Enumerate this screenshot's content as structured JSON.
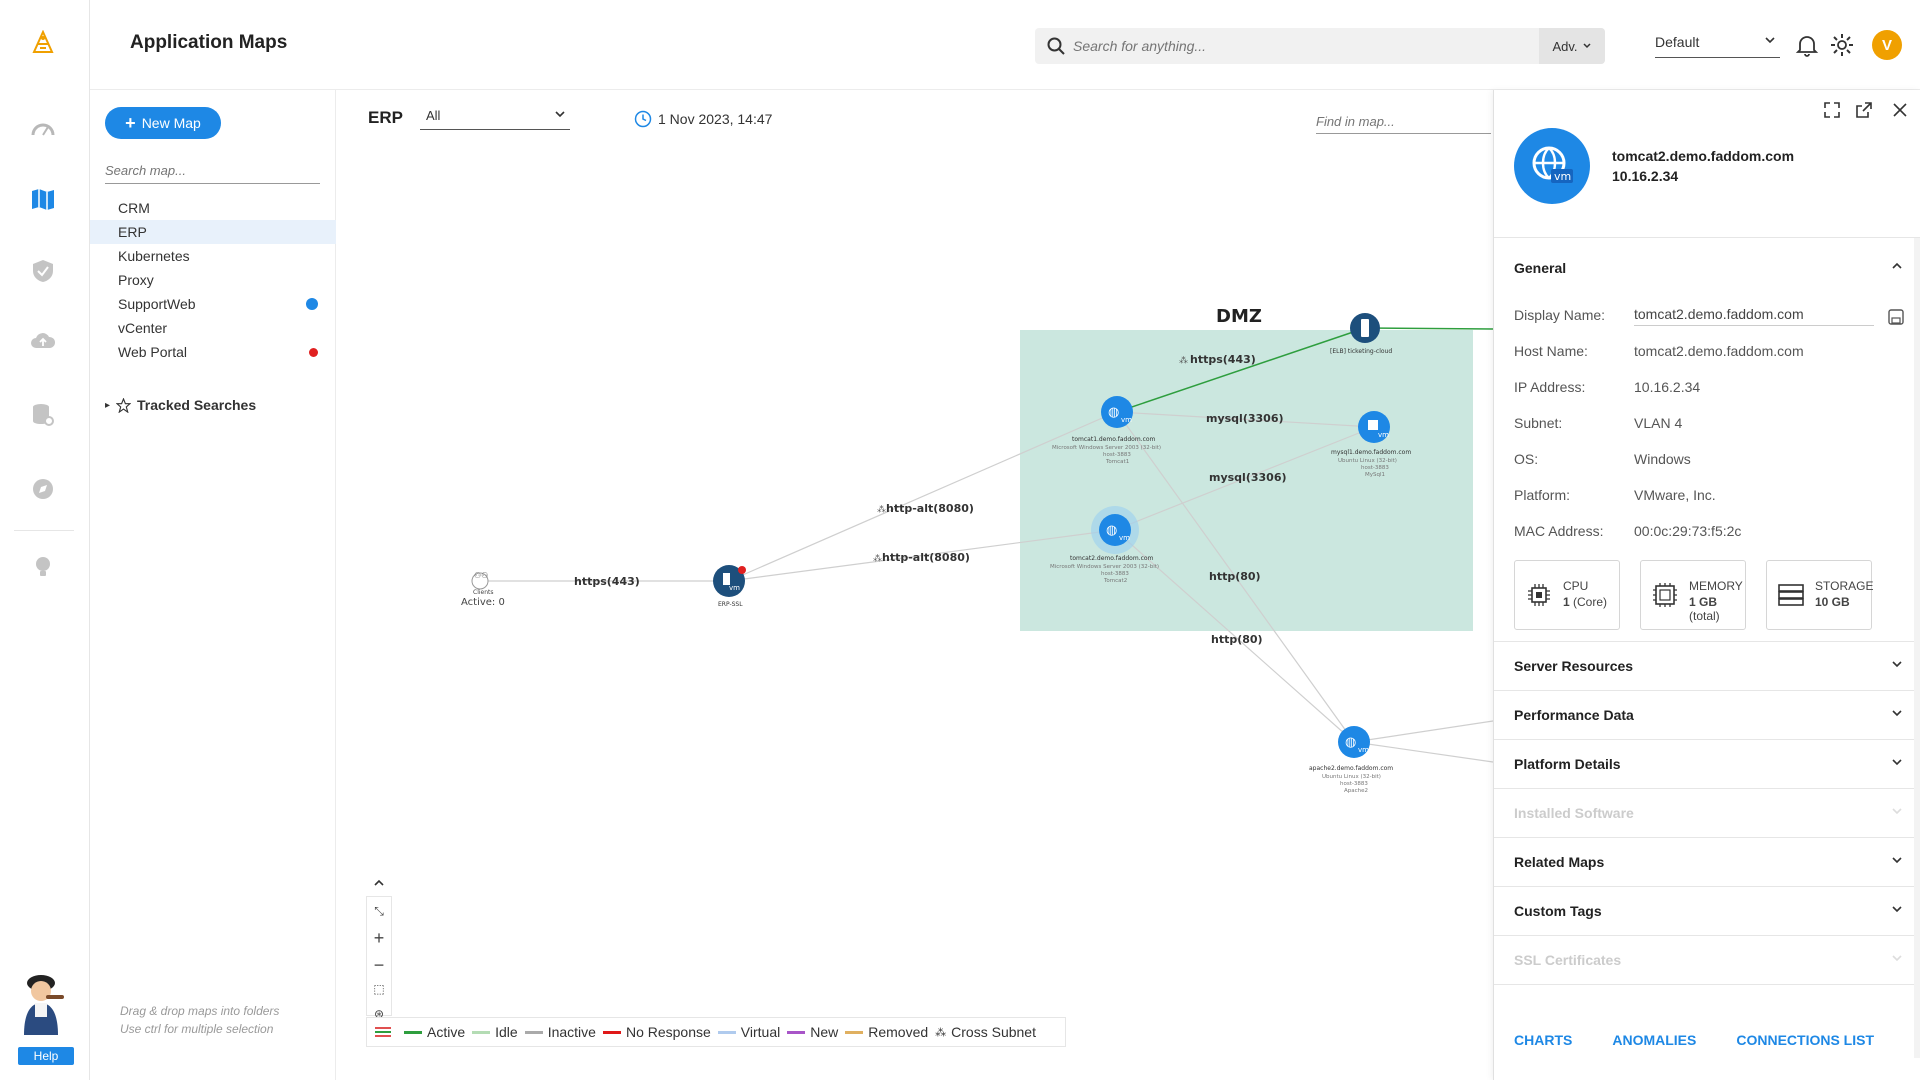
{
  "header": {
    "title": "Application Maps",
    "search_placeholder": "Search for anything...",
    "adv_label": "Adv.",
    "profile_value": "Default",
    "avatar_initial": "V"
  },
  "rail": {
    "items": [
      "logo-icon",
      "dashboard-icon",
      "maps-icon",
      "security-icon",
      "cloud-icon",
      "database-icon",
      "explore-icon",
      "insights-icon"
    ],
    "help_label": "Help"
  },
  "maplist": {
    "new_map_label": "New Map",
    "search_placeholder": "Search map...",
    "items": [
      {
        "label": "CRM",
        "selected": false,
        "badge": ""
      },
      {
        "label": "ERP",
        "selected": true,
        "badge": ""
      },
      {
        "label": "Kubernetes",
        "selected": false,
        "badge": ""
      },
      {
        "label": "Proxy",
        "selected": false,
        "badge": ""
      },
      {
        "label": "SupportWeb",
        "selected": false,
        "badge": "sync"
      },
      {
        "label": "vCenter",
        "selected": false,
        "badge": ""
      },
      {
        "label": "Web Portal",
        "selected": false,
        "badge": "alert"
      }
    ],
    "tracked_label": "Tracked Searches",
    "hint_line1": "Drag & drop maps into folders",
    "hint_line2": "Use ctrl for multiple selection"
  },
  "canvas": {
    "map_name": "ERP",
    "filter_value": "All",
    "timestamp": "1 Nov 2023, 14:47",
    "find_placeholder": "Find in map...",
    "zone_label": "DMZ",
    "clients_label": "Clients",
    "clients_active": "Active: 0",
    "edges": {
      "https_443_a": "https(443)",
      "https_443_b": "https(443)",
      "http_alt_1": "http-alt(8080)",
      "http_alt_2": "http-alt(8080)",
      "mysql_1": "mysql(3306)",
      "mysql_2": "mysql(3306)",
      "http_80_1": "http(80)",
      "http_80_2": "http(80)"
    },
    "nodes": {
      "elb": {
        "name": "[ELB] ticketing-cloud"
      },
      "erp_ssl": {
        "name": "ERP-SSL"
      },
      "tomcat1": {
        "name": "tomcat1.demo.faddom.com",
        "os": "Microsoft Windows Server 2003 (32-bit)",
        "host": "host-3883",
        "app": "Tomcat1"
      },
      "tomcat2": {
        "name": "tomcat2.demo.faddom.com",
        "os": "Microsoft Windows Server 2003 (32-bit)",
        "host": "host-3883",
        "app": "Tomcat2"
      },
      "mysql1": {
        "name": "mysql1.demo.faddom.com",
        "os": "Ubuntu Linux (32-bit)",
        "host": "host-3883",
        "app": "MySql1"
      },
      "apache2": {
        "name": "apache2.demo.faddom.com",
        "os": "Ubuntu Linux (32-bit)",
        "host": "host-3883",
        "app": "Apache2"
      }
    },
    "legend": [
      {
        "label": "Active",
        "color": "#2e9e3e"
      },
      {
        "label": "Idle",
        "color": "#b4dcb4"
      },
      {
        "label": "Inactive",
        "color": "#aaaaaa"
      },
      {
        "label": "No Response",
        "color": "#e01818"
      },
      {
        "label": "Virtual",
        "color": "#b0cbee"
      },
      {
        "label": "New",
        "color": "#a855c8"
      },
      {
        "label": "Removed",
        "color": "#e0b060"
      },
      {
        "label": "Cross Subnet",
        "color": "#444444"
      }
    ]
  },
  "details": {
    "host": "tomcat2.demo.faddom.com",
    "ip": "10.16.2.34",
    "general_label": "General",
    "props": [
      {
        "label": "Display Name:",
        "value": "tomcat2.demo.faddom.com"
      },
      {
        "label": "Host Name:",
        "value": "tomcat2.demo.faddom.com"
      },
      {
        "label": "IP Address:",
        "value": "10.16.2.34"
      },
      {
        "label": "Subnet:",
        "value": "VLAN 4"
      },
      {
        "label": "OS:",
        "value": "Windows"
      },
      {
        "label": "Platform:",
        "value": "VMware, Inc."
      },
      {
        "label": "MAC Address:",
        "value": "00:0c:29:73:f5:2c"
      }
    ],
    "resources": [
      {
        "title": "CPU",
        "value_bold": "1",
        "value_rest": " (Core)"
      },
      {
        "title": "MEMORY",
        "value_bold": "1 GB",
        "value_rest": " (total)"
      },
      {
        "title": "STORAGE",
        "value_bold": "10 GB",
        "value_rest": ""
      }
    ],
    "sections": [
      {
        "label": "Server Resources",
        "enabled": true
      },
      {
        "label": "Performance Data",
        "enabled": true
      },
      {
        "label": "Platform Details",
        "enabled": true
      },
      {
        "label": "Installed Software",
        "enabled": false
      },
      {
        "label": "Related Maps",
        "enabled": true
      },
      {
        "label": "Custom Tags",
        "enabled": true
      },
      {
        "label": "SSL Certificates",
        "enabled": false
      }
    ],
    "footer": [
      "CHARTS",
      "ANOMALIES",
      "CONNECTIONS LIST"
    ]
  }
}
